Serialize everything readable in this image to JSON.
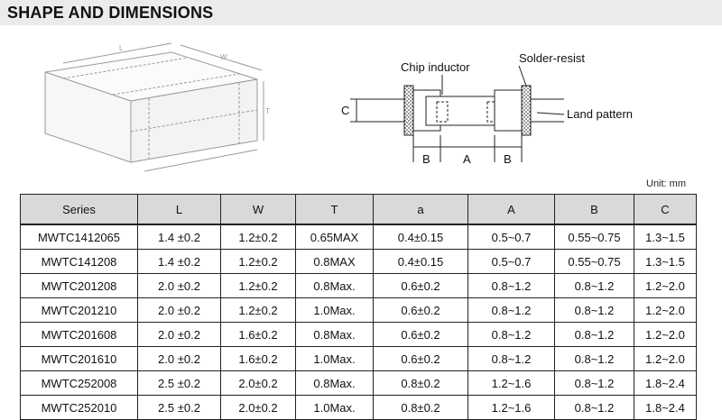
{
  "header": {
    "title": "SHAPE AND DIMENSIONS"
  },
  "figure": {
    "chip_labels": {
      "L": "L",
      "W": "W",
      "T": "T"
    }
  },
  "land_pattern": {
    "chip_inductor": "Chip inductor",
    "solder_resist": "Solder-resist",
    "land_pattern": "Land pattern",
    "C": "C",
    "B_left": "B",
    "A": "A",
    "B_right": "B"
  },
  "unit": "Unit: mm",
  "table": {
    "headers": [
      "Series",
      "L",
      "W",
      "T",
      "a",
      "A",
      "B",
      "C"
    ],
    "rows": [
      [
        "MWTC1412065",
        "1.4 ±0.2",
        "1.2±0.2",
        "0.65MAX",
        "0.4±0.15",
        "0.5~0.7",
        "0.55~0.75",
        "1.3~1.5"
      ],
      [
        "MWTC141208",
        "1.4 ±0.2",
        "1.2±0.2",
        "0.8MAX",
        "0.4±0.15",
        "0.5~0.7",
        "0.55~0.75",
        "1.3~1.5"
      ],
      [
        "MWTC201208",
        "2.0 ±0.2",
        "1.2±0.2",
        "0.8Max.",
        "0.6±0.2",
        "0.8~1.2",
        "0.8~1.2",
        "1.2~2.0"
      ],
      [
        "MWTC201210",
        "2.0 ±0.2",
        "1.2±0.2",
        "1.0Max.",
        "0.6±0.2",
        "0.8~1.2",
        "0.8~1.2",
        "1.2~2.0"
      ],
      [
        "MWTC201608",
        "2.0 ±0.2",
        "1.6±0.2",
        "0.8Max.",
        "0.6±0.2",
        "0.8~1.2",
        "0.8~1.2",
        "1.2~2.0"
      ],
      [
        "MWTC201610",
        "2.0 ±0.2",
        "1.6±0.2",
        "1.0Max.",
        "0.6±0.2",
        "0.8~1.2",
        "0.8~1.2",
        "1.2~2.0"
      ],
      [
        "MWTC252008",
        "2.5 ±0.2",
        "2.0±0.2",
        "0.8Max.",
        "0.8±0.2",
        "1.2~1.6",
        "0.8~1.2",
        "1.8~2.4"
      ],
      [
        "MWTC252010",
        "2.5 ±0.2",
        "2.0±0.2",
        "1.0Max.",
        "0.8±0.2",
        "1.2~1.6",
        "0.8~1.2",
        "1.8~2.4"
      ]
    ]
  }
}
